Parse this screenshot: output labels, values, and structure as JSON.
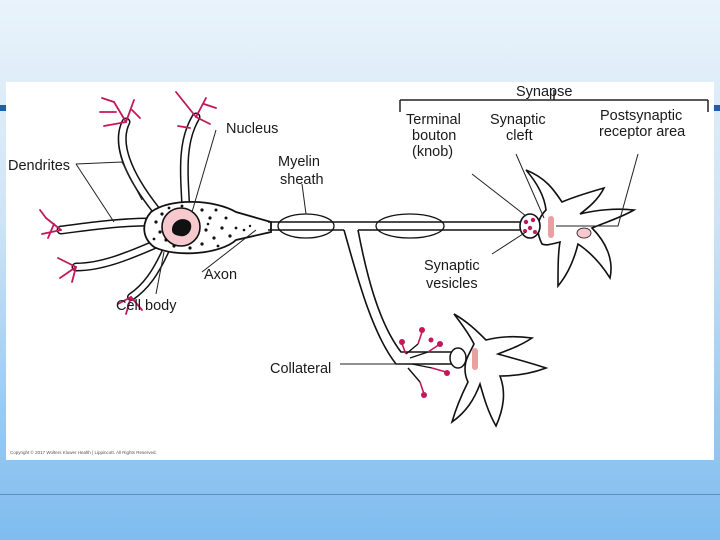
{
  "labels": {
    "synapse": "Synapse",
    "terminal_bouton": [
      "Terminal",
      "bouton",
      "(knob)"
    ],
    "synaptic_cleft": [
      "Synaptic",
      "cleft"
    ],
    "postsynaptic": [
      "Postsynaptic",
      "receptor area"
    ],
    "nucleus": "Nucleus",
    "dendrites": "Dendrites",
    "myelin_sheath": [
      "Myelin",
      "sheath"
    ],
    "axon": "Axon",
    "cell_body": "Cell body",
    "synaptic_vesicles": [
      "Synaptic",
      "vesicles"
    ],
    "collateral": "Collateral"
  },
  "copyright": "Copyright © 2017 Wolters Kluwer Health | Lippincott. All Rights Reserved.",
  "colors": {
    "banner": "#1f5fa7",
    "dendrite_tips": "#c2185b",
    "nucleus_fill": "#f7c9cf",
    "receptor": "#e8a0a0"
  }
}
